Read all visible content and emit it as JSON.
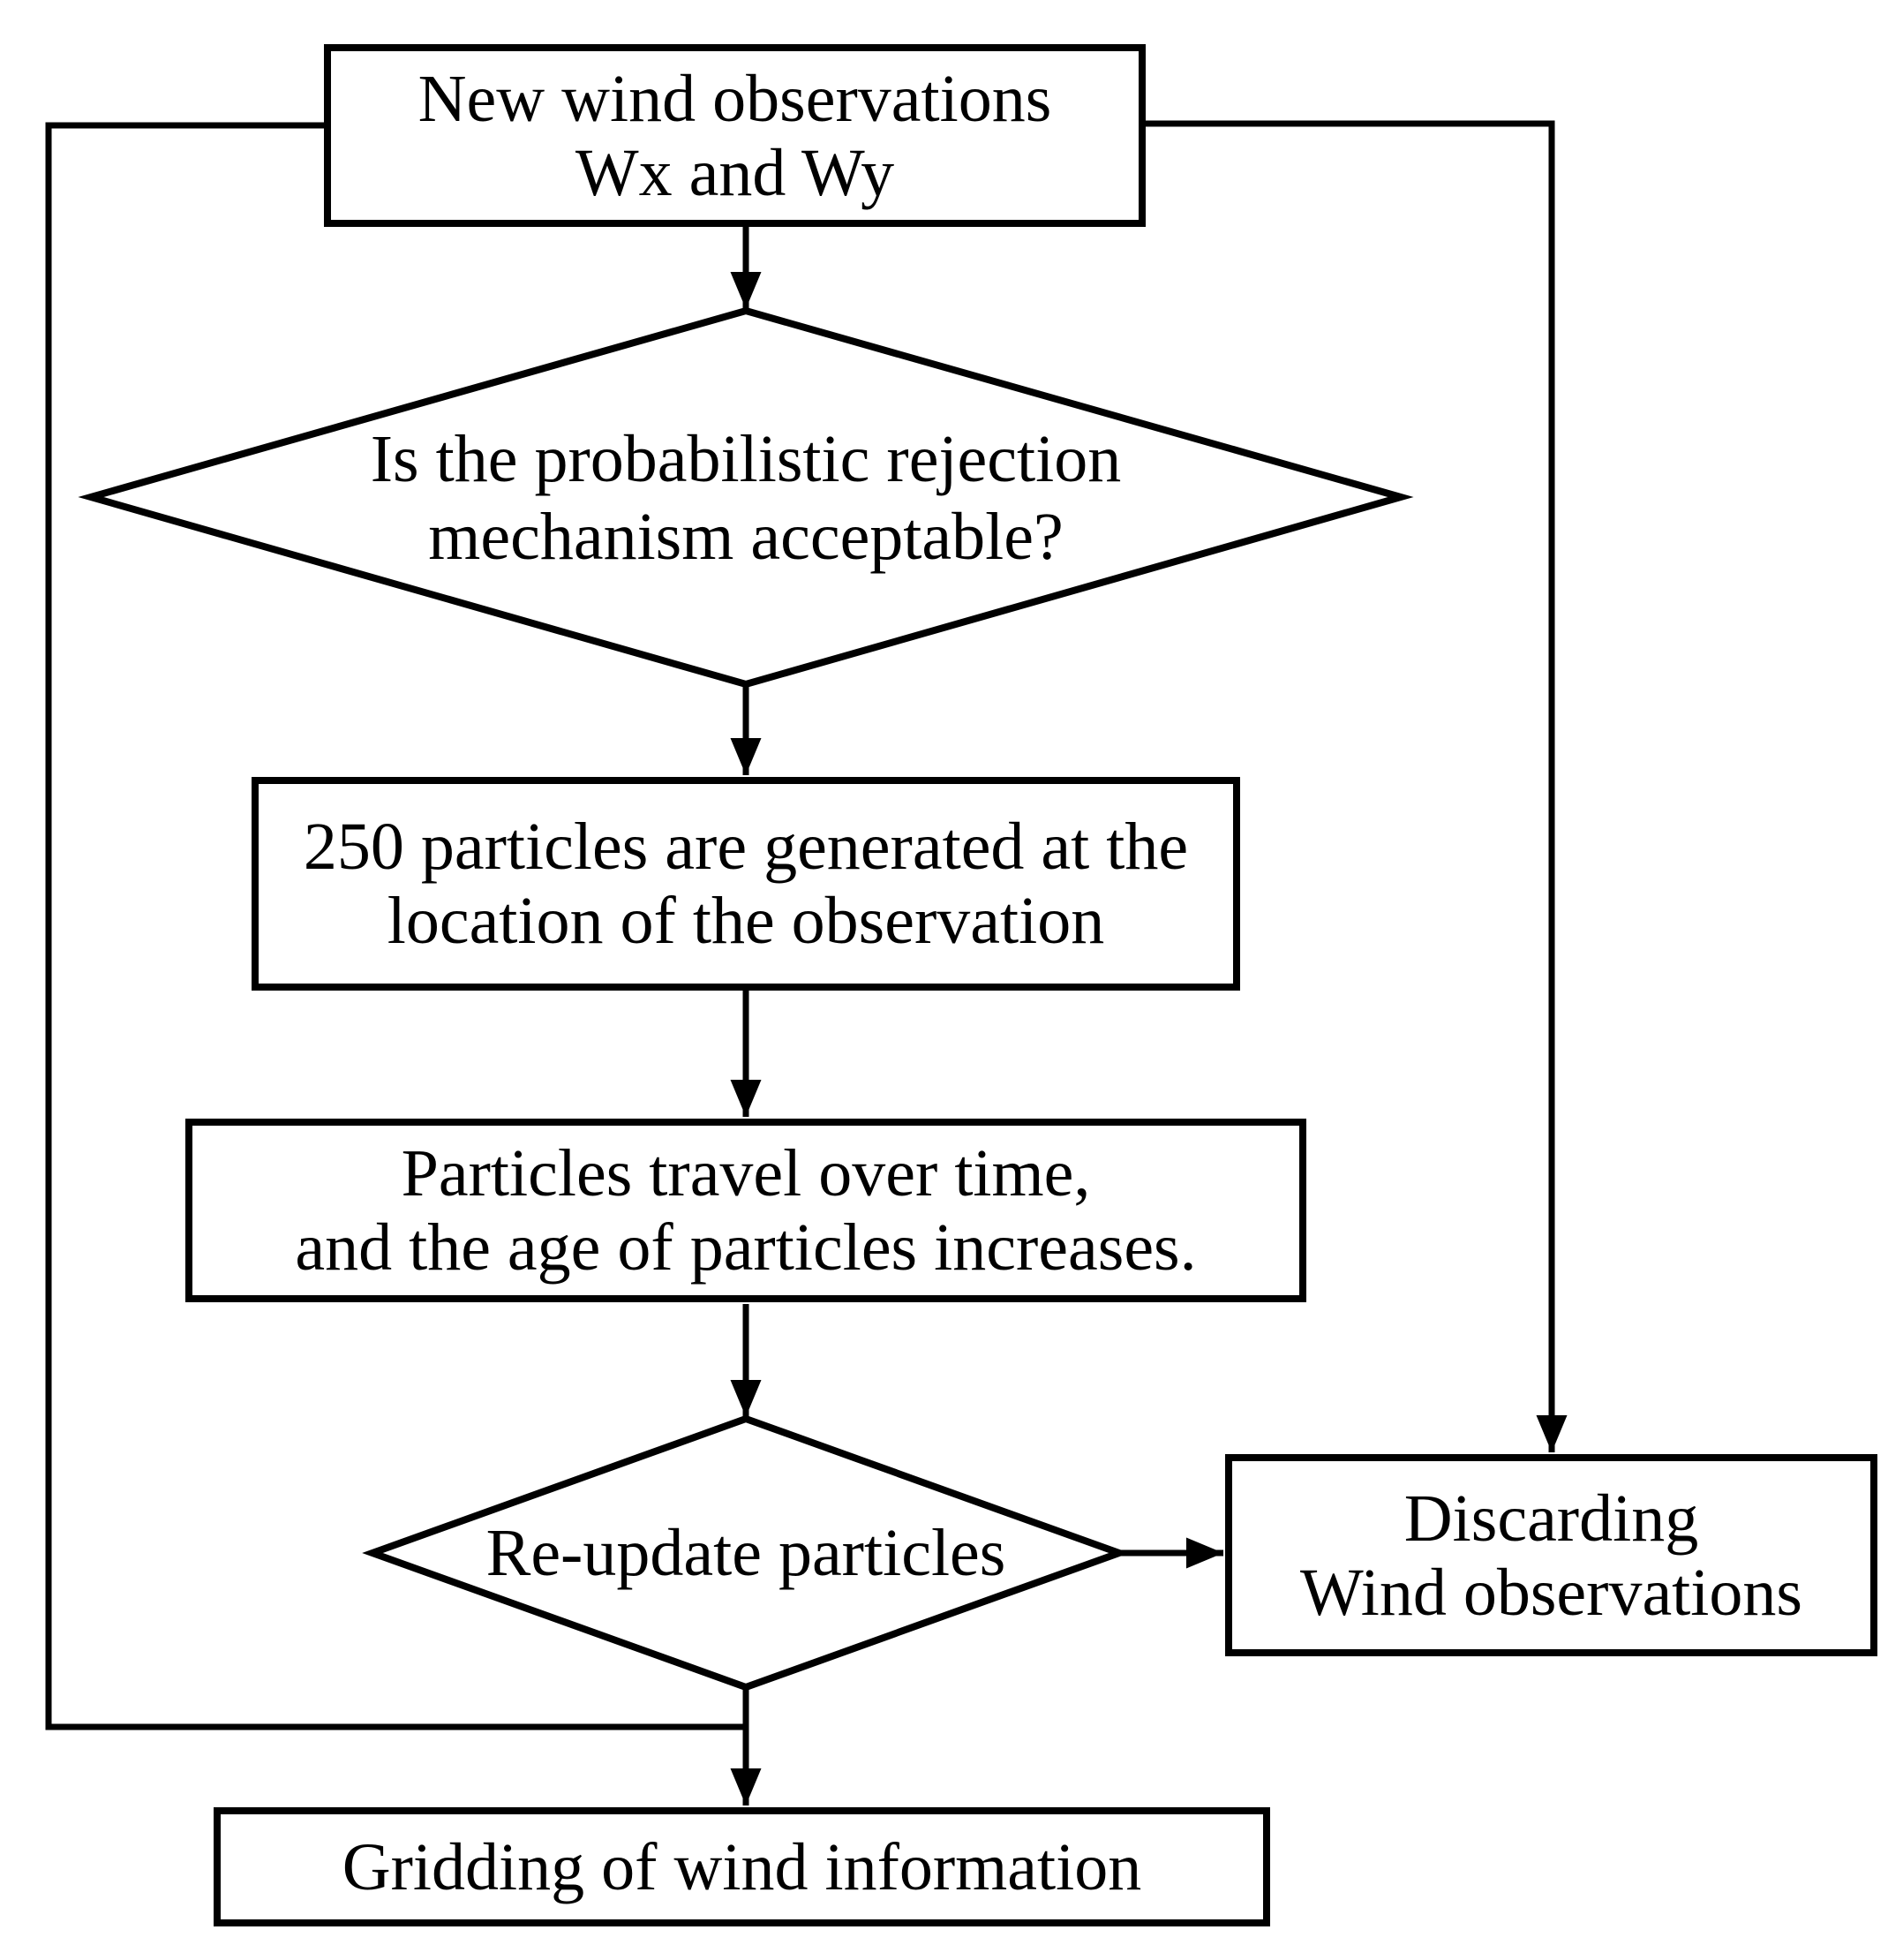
{
  "figure": {
    "background_color": "#ffffff",
    "stroke_color": "#000000",
    "text_color": "#000000",
    "nodes": {
      "start": {
        "shape": "process",
        "line1": "New wind observations",
        "line2": "Wx and Wy"
      },
      "decision_rejection": {
        "shape": "decision",
        "line1": "Is the probabilistic rejection",
        "line2": "mechanism acceptable?"
      },
      "generate": {
        "shape": "process",
        "line1": "250 particles are generated at the",
        "line2": "location of the observation"
      },
      "travel": {
        "shape": "process",
        "line1": "Particles travel over time,",
        "line2": "and the age of particles increases."
      },
      "decision_reupdate": {
        "shape": "decision",
        "label": "Re-update particles"
      },
      "discard": {
        "shape": "process",
        "line1": "Discarding",
        "line2": "Wind observations"
      },
      "gridding": {
        "shape": "process",
        "label": "Gridding of wind information"
      }
    },
    "edges": [
      {
        "from": "start",
        "to": "decision_rejection"
      },
      {
        "from": "decision_rejection",
        "to": "generate"
      },
      {
        "from": "generate",
        "to": "travel"
      },
      {
        "from": "travel",
        "to": "decision_reupdate"
      },
      {
        "from": "decision_reupdate",
        "to": "discard"
      },
      {
        "from": "start",
        "to": "discard",
        "via": "right-loop"
      },
      {
        "from": "decision_reupdate",
        "to": "gridding"
      },
      {
        "from": "start",
        "to": "gridding",
        "via": "left-loop"
      }
    ]
  }
}
